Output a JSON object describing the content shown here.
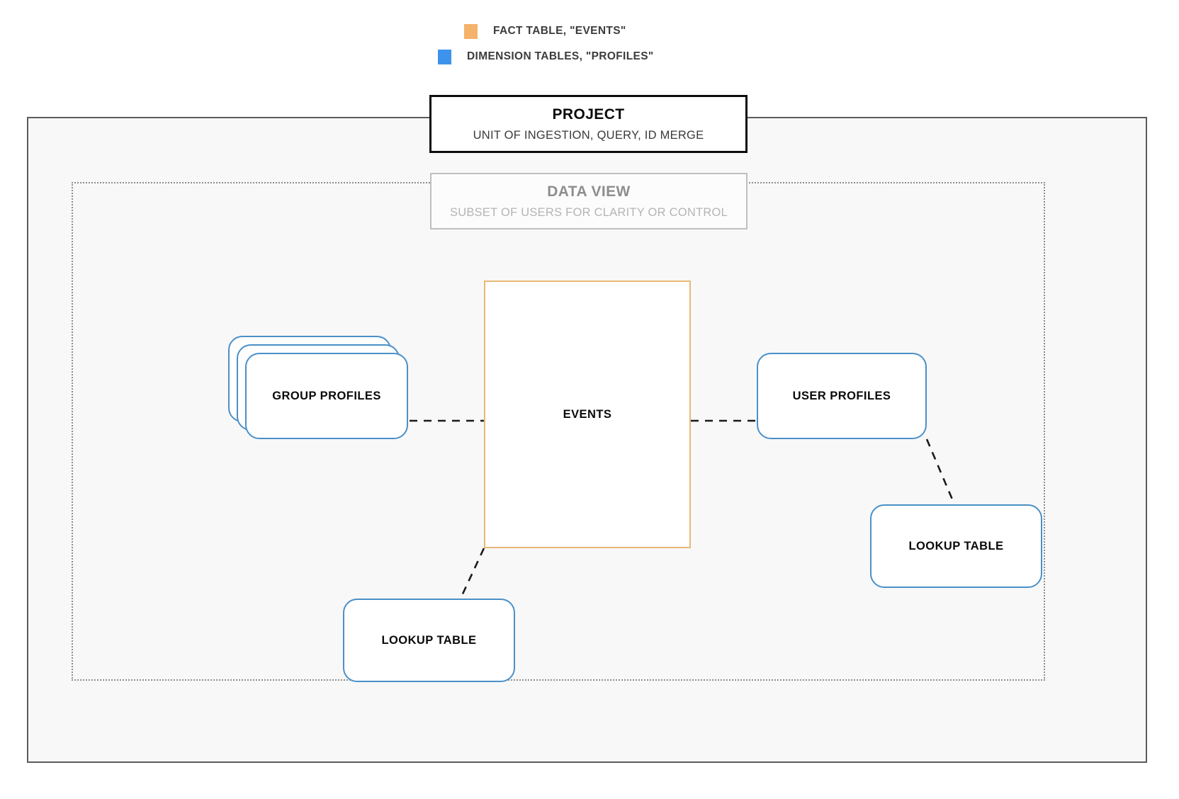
{
  "legend": {
    "items": [
      {
        "swatch_color": "#f5b26b",
        "label": "FACT TABLE, \"EVENTS\"",
        "icon": "orange-square-swatch"
      },
      {
        "swatch_color": "#3d93ec",
        "label": "DIMENSION TABLES, \"PROFILES\"",
        "icon": "blue-square-swatch"
      }
    ]
  },
  "project": {
    "title": "PROJECT",
    "subtitle": "UNIT OF INGESTION, QUERY, ID MERGE",
    "border_color": "#0d0d0d",
    "fill_color": "#f8f8f8"
  },
  "data_view": {
    "title": "DATA VIEW",
    "subtitle": "SUBSET OF USERS FOR CLARITY OR CONTROL",
    "border_color": "#bfbfbf",
    "text_color": "#8e8e8e"
  },
  "nodes": {
    "events": {
      "label": "EVENTS",
      "kind": "fact-table",
      "border_color": "#e8b878"
    },
    "group_profiles": {
      "label": "GROUP PROFILES",
      "kind": "dimension-table-stack",
      "border_color": "#4a90c8",
      "stack_count": 3
    },
    "user_profiles": {
      "label": "USER PROFILES",
      "kind": "dimension-table",
      "border_color": "#4a90c8"
    },
    "lookup_table_right": {
      "label": "LOOKUP TABLE",
      "kind": "dimension-table",
      "border_color": "#4a90c8"
    },
    "lookup_table_left": {
      "label": "LOOKUP TABLE",
      "kind": "dimension-table",
      "border_color": "#4a90c8"
    }
  },
  "connections": [
    {
      "from": "group_profiles",
      "to": "events",
      "style": "dashed"
    },
    {
      "from": "events",
      "to": "user_profiles",
      "style": "dashed"
    },
    {
      "from": "user_profiles",
      "to": "lookup_table_right",
      "style": "dashed"
    },
    {
      "from": "events",
      "to": "lookup_table_left",
      "style": "dashed"
    }
  ],
  "colors": {
    "fact_accent": "#e8b878",
    "dimension_accent": "#4a90c8",
    "legend_fact": "#f5b26b",
    "legend_dimension": "#3d93ec",
    "canvas": "#ffffff",
    "container_fill": "#f8f8f8",
    "container_border": "#5c5c5c",
    "dotted_border": "#8d8d8d",
    "connector": "#1a1a1a"
  }
}
